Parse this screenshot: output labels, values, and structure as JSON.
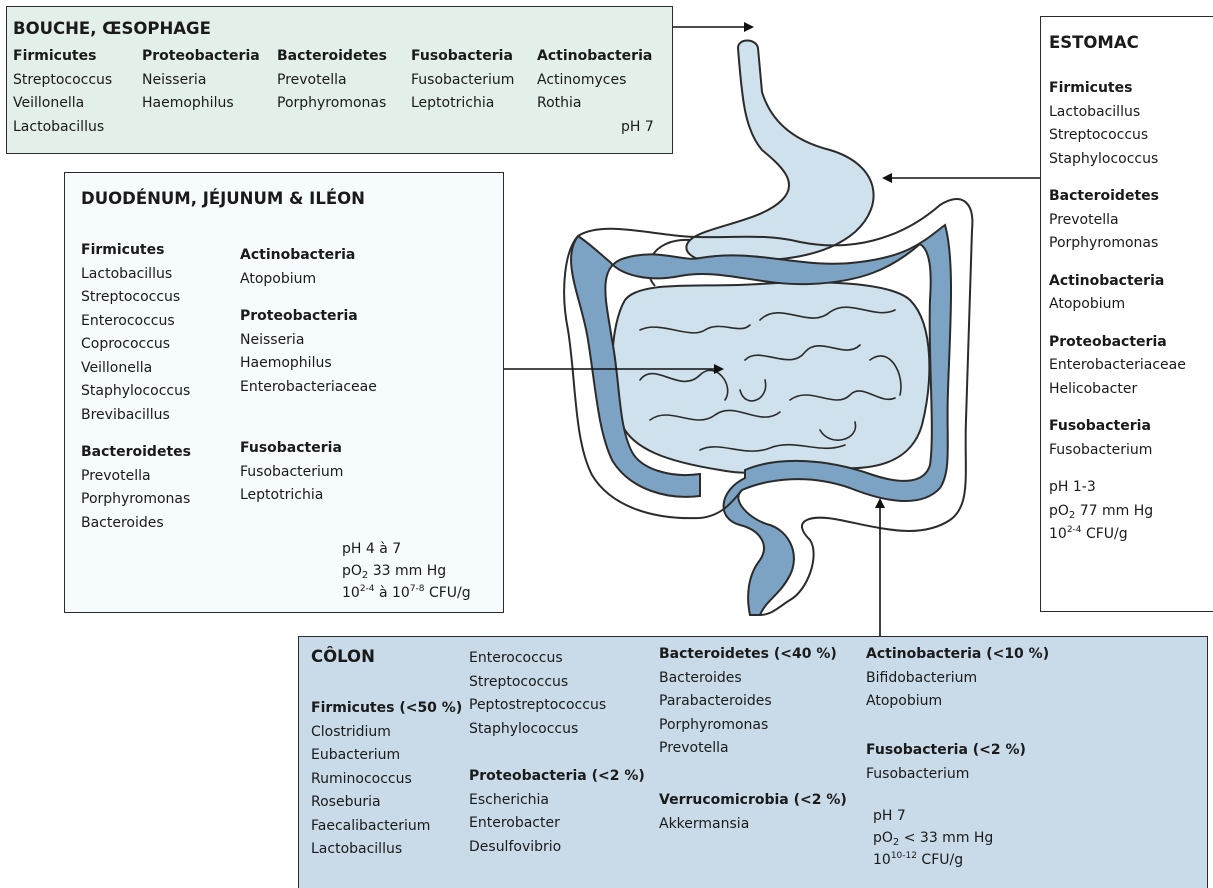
{
  "mouth": {
    "title": "BOUCHE, ŒSOPHAGE",
    "columns": [
      {
        "phylum": "Firmicutes",
        "genera": [
          "Streptococcus",
          "Veillonella",
          "Lactobacillus"
        ]
      },
      {
        "phylum": "Proteobacteria",
        "genera": [
          "Neisseria",
          "Haemophilus"
        ]
      },
      {
        "phylum": "Bacteroidetes",
        "genera": [
          "Prevotella",
          "Porphyromonas"
        ]
      },
      {
        "phylum": "Fusobacteria",
        "genera": [
          "Fusobacterium",
          "Leptotrichia"
        ]
      },
      {
        "phylum": "Actinobacteria",
        "genera": [
          "Actinomyces",
          "Rothia"
        ]
      }
    ],
    "ph": "pH 7"
  },
  "stomach": {
    "title": "ESTOMAC",
    "groups": [
      {
        "phylum": "Firmicutes",
        "genera": [
          "Lactobacillus",
          "Streptococcus",
          "Staphylococcus"
        ]
      },
      {
        "phylum": "Bacteroidetes",
        "genera": [
          "Prevotella",
          "Porphyromonas"
        ]
      },
      {
        "phylum": "Actinobacteria",
        "genera": [
          "Atopobium"
        ]
      },
      {
        "phylum": "Proteobacteria",
        "genera": [
          "Enterobacteriaceae",
          "Helicobacter"
        ]
      },
      {
        "phylum": "Fusobacteria",
        "genera": [
          "Fusobacterium"
        ]
      }
    ],
    "ph": "pH 1-3",
    "po2_prefix": "pO",
    "po2_sub": "2",
    "po2_value": " 77 mm Hg",
    "count_base": "10",
    "count_exp": "2-4",
    "count_unit": " CFU/g"
  },
  "small_intestine": {
    "title": "DUODÉNUM, JÉJUNUM & ILÉON",
    "left": [
      {
        "phylum": "Firmicutes",
        "genera": [
          "Lactobacillus",
          "Streptococcus",
          "Enterococcus",
          "Coprococcus",
          "Veillonella",
          "Staphylococcus",
          "Brevibacillus"
        ]
      },
      {
        "phylum": "Bacteroidetes",
        "genera": [
          "Prevotella",
          "Porphyromonas",
          "Bacteroides"
        ]
      }
    ],
    "right": [
      {
        "phylum": "Actinobacteria",
        "genera": [
          "Atopobium"
        ]
      },
      {
        "phylum": "Proteobacteria",
        "genera": [
          "Neisseria",
          "Haemophilus",
          "Enterobacteriaceae"
        ]
      },
      {
        "phylum": "Fusobacteria",
        "genera": [
          "Fusobacterium",
          "Leptotrichia"
        ]
      }
    ],
    "ph": "pH 4 à 7",
    "po2_prefix": "pO",
    "po2_sub": "2",
    "po2_value": " 33 mm Hg",
    "count_base1": "10",
    "count_exp1": "2-4",
    "count_mid": " à 10",
    "count_exp2": "7-8",
    "count_unit": " CFU/g"
  },
  "colon": {
    "title": "CÔLON",
    "firmicutes": {
      "phylum": "Firmicutes (<50 %)",
      "genera": [
        "Clostridium",
        "Eubacterium",
        "Ruminococcus",
        "Roseburia",
        "Faecalibacterium",
        "Lactobacillus"
      ]
    },
    "firmicutes_cont": [
      "Enterococcus",
      "Streptococcus",
      "Peptostreptococcus",
      "Staphylococcus"
    ],
    "proteobacteria": {
      "phylum": "Proteobacteria (<2 %)",
      "genera": [
        "Escherichia",
        "Enterobacter",
        "Desulfovibrio"
      ]
    },
    "bacteroidetes": {
      "phylum": "Bacteroidetes (<40 %)",
      "genera": [
        "Bacteroides",
        "Parabacteroides",
        "Porphyromonas",
        "Prevotella"
      ]
    },
    "verrucomicrobia": {
      "phylum": "Verrucomicrobia (<2 %)",
      "genera": [
        "Akkermansia"
      ]
    },
    "actinobacteria": {
      "phylum": "Actinobacteria (<10 %)",
      "genera": [
        "Bifidobacterium",
        "Atopobium"
      ]
    },
    "fusobacteria": {
      "phylum": "Fusobacteria (<2 %)",
      "genera": [
        "Fusobacterium"
      ]
    },
    "ph": "pH 7",
    "po2_prefix": "pO",
    "po2_sub": "2",
    "po2_value": " < 33 mm Hg",
    "count_base": "10",
    "count_exp": "10-12",
    "count_unit": " CFU/g"
  },
  "colors": {
    "mouth_bg": "#e3f0ea",
    "colon_bg": "#c9dbe8",
    "small_bg": "#f6fbfd",
    "organ_fill": "#7da3c4",
    "organ_light": "#cfe1ec",
    "stroke": "#2b2b2b"
  }
}
